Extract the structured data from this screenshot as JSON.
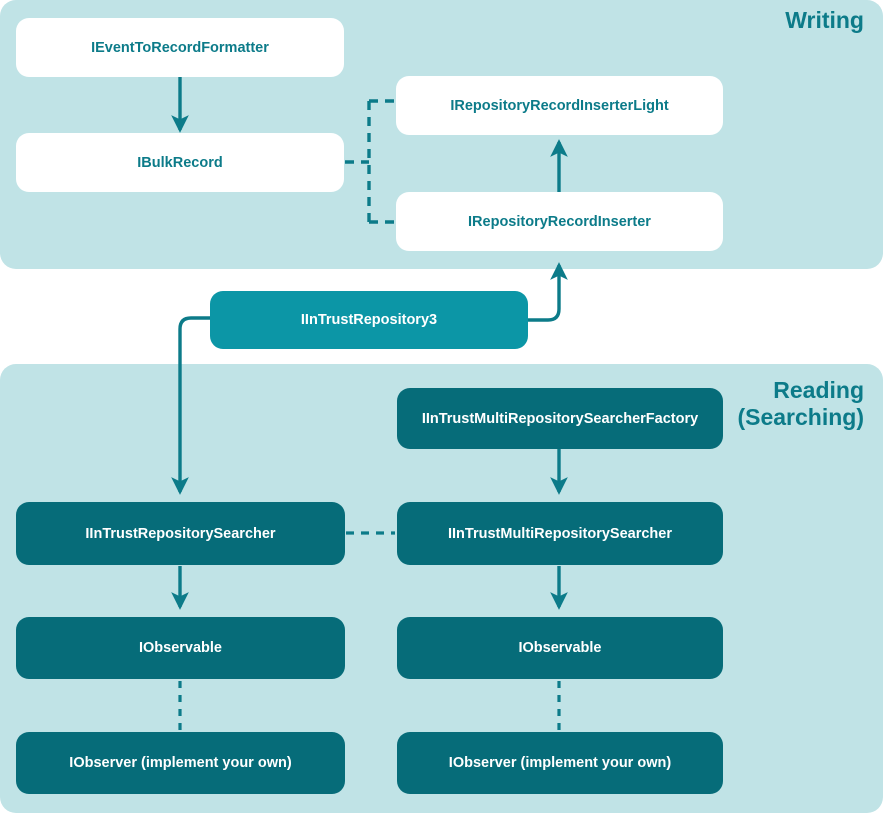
{
  "diagram": {
    "title_writing": "Writing",
    "title_reading_line1": "Reading",
    "title_reading_line2": "(Searching)",
    "colors": {
      "panel_background": "#c0e3e6",
      "node_white_background": "#ffffff",
      "node_white_text": "#0c7b89",
      "node_dark_teal": "#066c79",
      "node_bright_teal": "#0c96a6",
      "edge_stroke": "#0c7b89",
      "label_text": "#0c7b89",
      "page_background": "#ffffff"
    }
  },
  "nodes": {
    "event_to_record_formatter": {
      "label": "IEventToRecordFormatter",
      "style": "white"
    },
    "bulk_record": {
      "label": "IBulkRecord",
      "style": "white"
    },
    "repository_record_inserter_light": {
      "label": "IRepositoryRecordInserterLight",
      "style": "white"
    },
    "repository_record_inserter": {
      "label": "IRepositoryRecordInserter",
      "style": "white"
    },
    "intrust_repository3": {
      "label": "IInTrustRepository3",
      "style": "bright-teal"
    },
    "multi_repository_searcher_factory": {
      "label": "IInTrustMultiRepositorySearcherFactory",
      "style": "dark-teal"
    },
    "repository_searcher": {
      "label": "IInTrustRepositorySearcher",
      "style": "dark-teal"
    },
    "multi_repository_searcher": {
      "label": "IInTrustMultiRepositorySearcher",
      "style": "dark-teal"
    },
    "observable_left": {
      "label": "IObservable",
      "style": "dark-teal"
    },
    "observable_right": {
      "label": "IObservable",
      "style": "dark-teal"
    },
    "observer_left": {
      "label": "IObserver (implement your own)",
      "style": "dark-teal"
    },
    "observer_right": {
      "label": "IObserver (implement your own)",
      "style": "dark-teal"
    }
  }
}
